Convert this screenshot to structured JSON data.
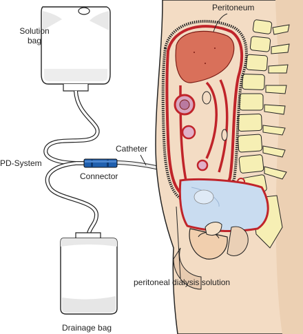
{
  "labels": {
    "solution_bag_line1": "Solution",
    "solution_bag_line2": "bag",
    "peritoneum": "Peritoneum",
    "catheter": "Catheter",
    "pd_system": "PD-System",
    "connector": "Connector",
    "dialysis_solution": "peritoneal dialysis solution",
    "drainage_bag": "Drainage bag"
  },
  "colors": {
    "outline": "#222222",
    "skin": "#f3dcc4",
    "peritoneum_red": "#c0242a",
    "organ_red": "#d9705a",
    "fluid_blue": "#c9dcf0",
    "spine_yellow": "#f6efb4",
    "connector_blue": "#1f5fae",
    "tube_gray": "#eeeeee"
  }
}
